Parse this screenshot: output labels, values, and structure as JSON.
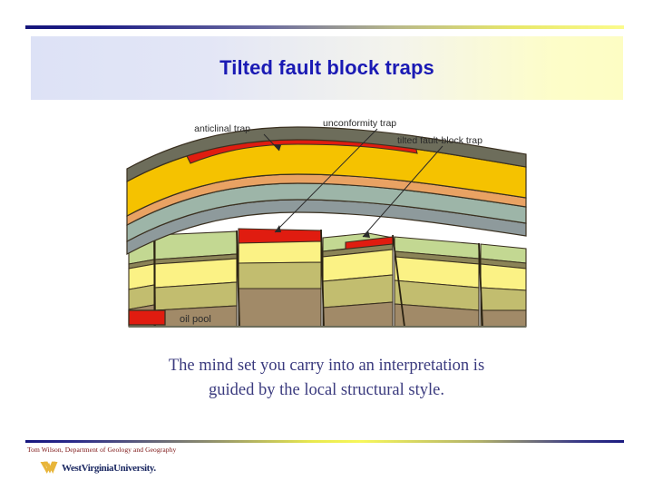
{
  "slide": {
    "title": "Tilted fault block traps",
    "caption_line1": "The mind set you carry into an interpretation is",
    "caption_line2": "guided by the local structural style."
  },
  "diagram": {
    "type": "geologic-cross-section",
    "labels": {
      "anticlinal": "anticlinal trap",
      "unconformity": "unconformity trap",
      "tilted_fault_block": "tilted fault-block trap"
    },
    "legend": {
      "oil_pool_label": "oil pool",
      "oil_pool_color": "#e01c10"
    },
    "layer_colors": {
      "caprock_gray_olive": "#6d6d5b",
      "oil_red": "#e01c10",
      "golden_yellow": "#f5c200",
      "light_orange": "#e9a263",
      "sage_green": "#9db5a8",
      "blue_gray": "#8e9a9c",
      "block_green": "#c3d892",
      "block_pale_yellow": "#fbf285",
      "block_olive": "#c2bd6f",
      "block_brown": "#a18a68",
      "outline": "#3a3020"
    }
  },
  "footer": {
    "credit": "Tom Wilson, Department of Geology and Geography",
    "wordmark": "WestVirginiaUniversity.",
    "mark_color": "#e8b53a",
    "wordmark_color": "#1d2a63"
  },
  "theme": {
    "title_color": "#1a1ab4",
    "caption_color": "#3a3a7e",
    "credit_color": "#7a1010",
    "rule_navy": "#16167e",
    "rule_yellow": "#f7f75a"
  }
}
